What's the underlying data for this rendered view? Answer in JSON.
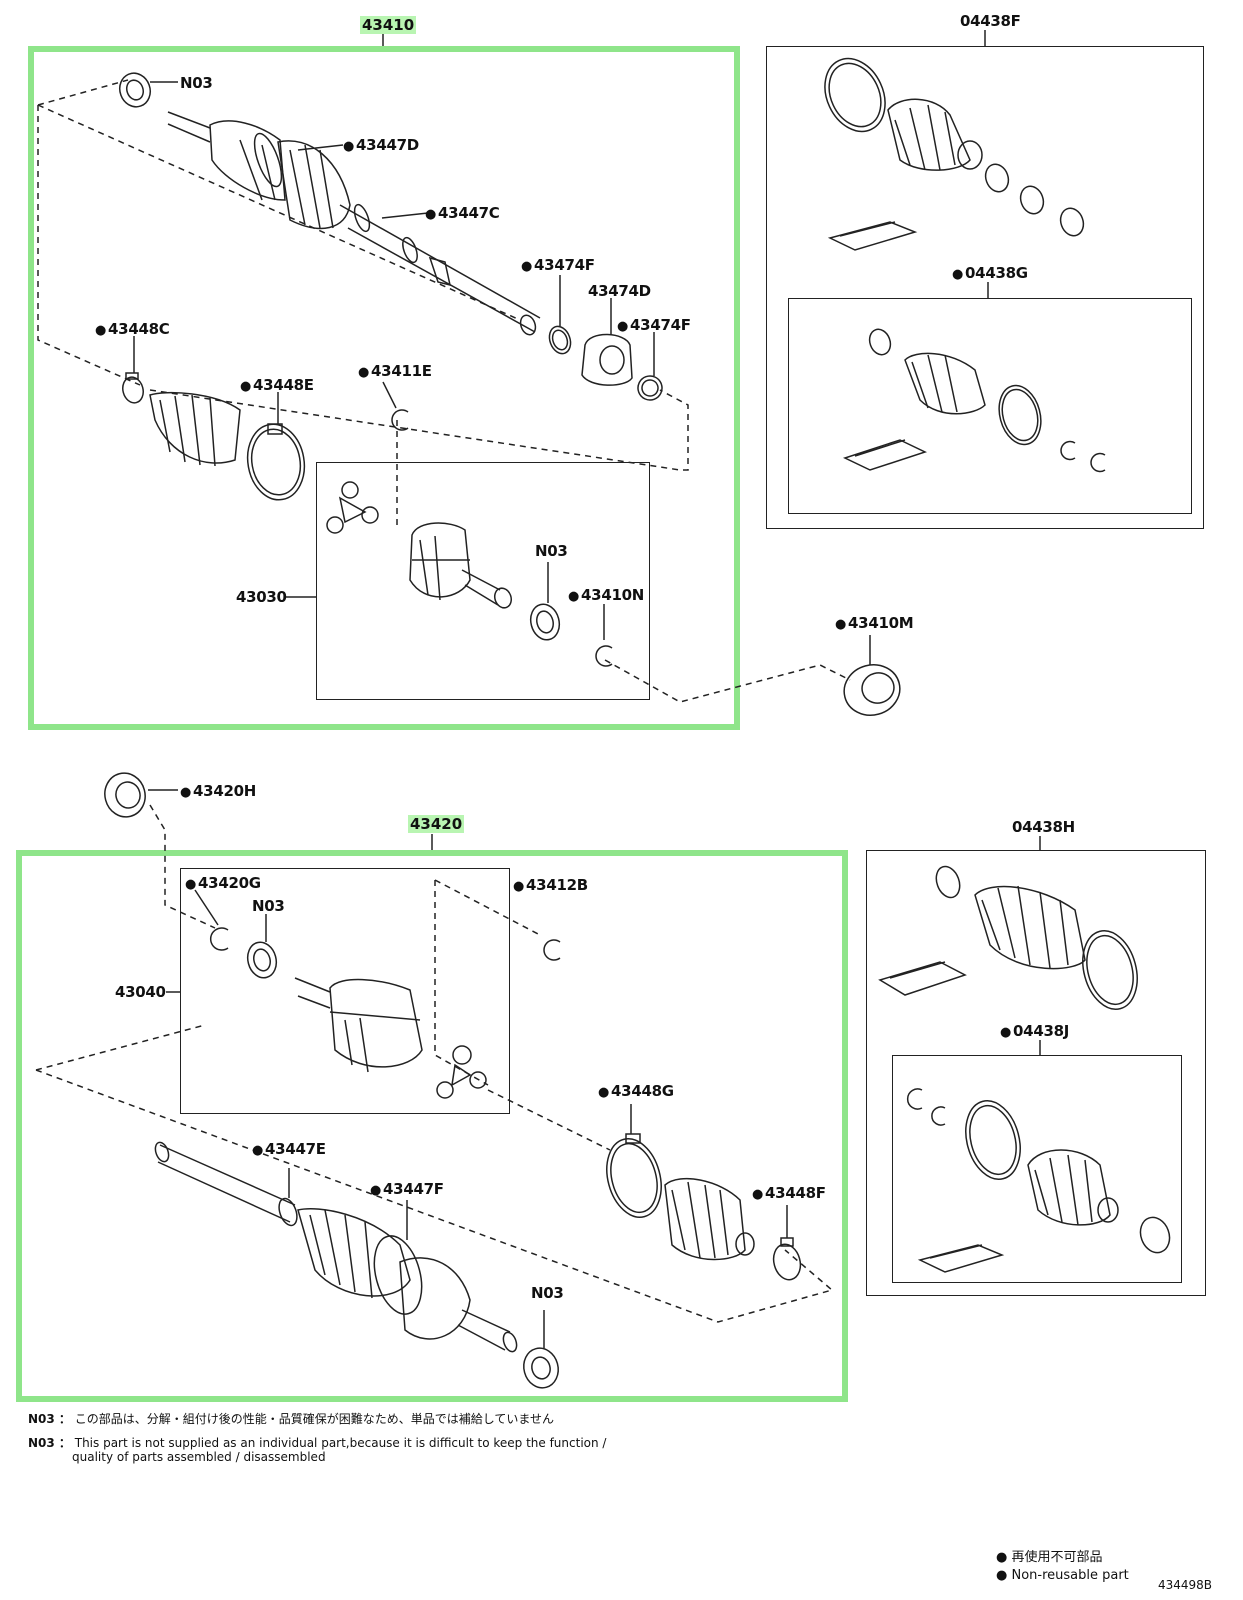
{
  "diagram": {
    "groups": {
      "upper_assembly": "43410",
      "lower_assembly": "43420"
    },
    "upper_labels": {
      "n03_top": "N03",
      "l43447D": "43447D",
      "l43447C": "43447C",
      "l43474F_a": "43474F",
      "l43474D": "43474D",
      "l43474F_b": "43474F",
      "l43448C": "43448C",
      "l43448E": "43448E",
      "l43411E": "43411E",
      "l43030": "43030",
      "n03_mid": "N03",
      "l43410N": "43410N",
      "l43410M": "43410M"
    },
    "kit_labels": {
      "l04438F": "04438F",
      "l04438G": "04438G",
      "l04438H": "04438H",
      "l04438J": "04438J"
    },
    "lower_labels": {
      "l43420H": "43420H",
      "l43420G": "43420G",
      "n03_inner": "N03",
      "l43412B": "43412B",
      "l43040": "43040",
      "l43448G": "43448G",
      "l43447E": "43447E",
      "l43447F": "43447F",
      "l43448F": "43448F",
      "n03_bottom": "N03"
    },
    "notes": {
      "jp_code": "N03 ：",
      "jp_text": "この部品は、分解・組付け後の性能・品質確保が困難なため、単品では補給していません",
      "en_code": "N03 ：",
      "en_line1": "This part is not supplied as an individual part,because it is difficult to keep the function /",
      "en_line2": "quality of parts assembled / disassembled"
    },
    "legend": {
      "jp": "再使用不可部品",
      "en": "Non-reusable part"
    },
    "figure_code": "434498B",
    "colors": {
      "highlight_green": "#8fe58a",
      "label_bg_green": "#b9f5b2",
      "line": "#222222"
    }
  }
}
